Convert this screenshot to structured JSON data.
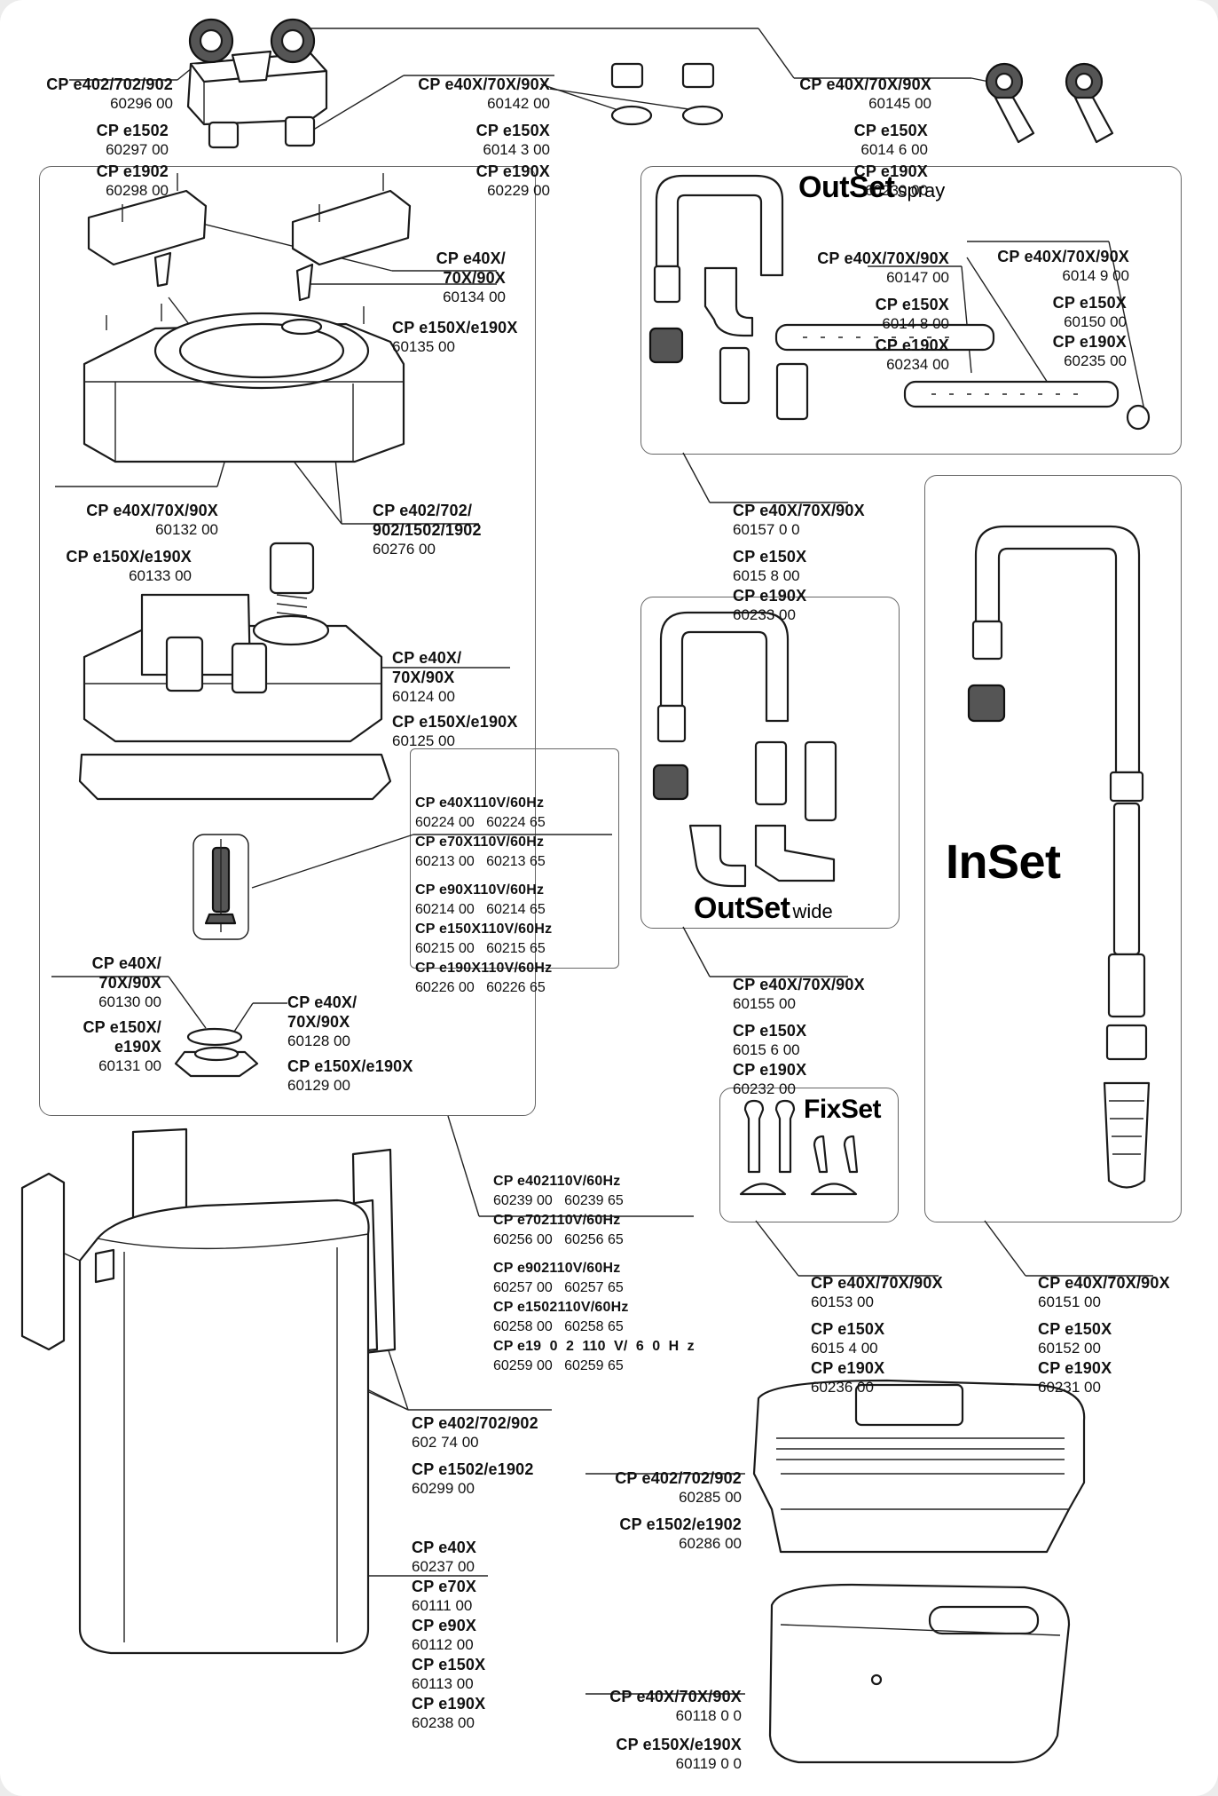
{
  "kits": {
    "outset_spray": {
      "name": "OutSet",
      "suffix": "spray"
    },
    "outset_wide": {
      "name": "OutSet",
      "suffix": "wide"
    },
    "inset": {
      "name": "InSet"
    },
    "fixset": {
      "name": "FixSet"
    }
  },
  "labels": {
    "valve_head_a": {
      "model": "CP e402/702/902",
      "code": "60296 00"
    },
    "valve_head_b": {
      "model": "CP e1502",
      "code": "60297 00"
    },
    "valve_head_c": {
      "model": "CP e1902",
      "code": "60298 00"
    },
    "valve_head_d": {
      "model": "CP e40X/70X/90X",
      "code": "60142 00"
    },
    "oring_a": {
      "model": "CP e150X",
      "code": "6014 3 00"
    },
    "oring_b": {
      "model": "CP e190X",
      "code": "60229 00"
    },
    "hose_conn_a": {
      "model": "CP e40X/70X/90X",
      "code": "60145 00"
    },
    "hose_conn_b": {
      "model": "CP e150X",
      "code": "6014 6 00"
    },
    "hose_conn_c": {
      "model": "CP e190X",
      "code": "60230 00"
    },
    "handle_a": {
      "model": "CP e40X/\n70X/90X",
      "code": "60134 00"
    },
    "handle_b": {
      "model": "CP e150X/e190X",
      "code": "60135 00"
    },
    "lid_a": {
      "model": "CP e40X/70X/90X",
      "code": "60132 00"
    },
    "lid_b": {
      "model": "CP e150X/e190X",
      "code": "60133 00"
    },
    "lid_screw": {
      "model": "CP e402/702/\n902/1502/1902",
      "code": "60276 00"
    },
    "pump_a": {
      "model": "CP e40X/\n70X/90X",
      "code": "60124 00"
    },
    "pump_b": {
      "model": "CP e150X/e190X",
      "code": "60125 00"
    },
    "impeller": [
      {
        "model": "CP e40X110V/60Hz",
        "codes": "60224 00   60224 65"
      },
      {
        "model": "CP e70X110V/60Hz",
        "codes": "60213 00   60213 65"
      },
      {
        "model": "CP e90X110V/60Hz",
        "codes": "60214 00   60214 65"
      },
      {
        "model": "CP e150X110V/60Hz",
        "codes": "60215 00   60215 65"
      },
      {
        "model": "CP e190X110V/60Hz",
        "codes": "60226 00   60226 65"
      }
    ],
    "imp_cover_a": {
      "model": "CP e40X/\n70X/90X",
      "code": "60130 00"
    },
    "imp_cover_b": {
      "model": "CP e150X/\ne190X",
      "code": "60131 00"
    },
    "imp_seal_a": {
      "model": "CP e40X/\n70X/90X",
      "code": "60128 00"
    },
    "imp_seal_b": {
      "model": "CP e150X/e190X",
      "code": "60129 00"
    },
    "spray_a": {
      "model": "CP e40X/70X/90X",
      "code": "60147 00"
    },
    "spray_b": {
      "model": "CP e150X",
      "code": "6014 8 00"
    },
    "spray_c": {
      "model": "CP e190X",
      "code": "60234 00"
    },
    "spray_cap_a": {
      "model": "CP e40X/70X/90X",
      "code": "6014 9 00"
    },
    "spray_cap_b": {
      "model": "CP e150X",
      "code": "60150 00"
    },
    "spray_cap_c": {
      "model": "CP e190X",
      "code": "60235 00"
    },
    "spray_set_a": {
      "model": "CP e40X/70X/90X",
      "code": "60157 0 0"
    },
    "spray_set_b": {
      "model": "CP e150X",
      "code": "6015 8 00"
    },
    "spray_set_c": {
      "model": "CP e190X",
      "code": "60233 00"
    },
    "wide_a": {
      "model": "CP e40X/70X/90X",
      "code": "60155 00"
    },
    "wide_b": {
      "model": "CP e150X",
      "code": "6015 6 00"
    },
    "wide_c": {
      "model": "CP e190X",
      "code": "60232 00"
    },
    "motor": [
      {
        "model": "CP e402110V/60Hz",
        "codes": "60239 00   60239 65"
      },
      {
        "model": "CP e702110V/60Hz",
        "codes": "60256 00   60256 65"
      },
      {
        "model": "CP e902110V/60Hz",
        "codes": "60257 00   60257 65"
      },
      {
        "model": "CP e1502110V/60Hz",
        "codes": "60258 00   60258 65"
      },
      {
        "model": "CP e19  0  2  110  V/  6  0  H  z",
        "codes": "60259 00   60259 65"
      }
    ],
    "fix_a": {
      "model": "CP e40X/70X/90X",
      "code": "60153 00"
    },
    "fix_b": {
      "model": "CP e150X",
      "code": "6015 4 00"
    },
    "fix_c": {
      "model": "CP e190X",
      "code": "60236 00"
    },
    "inset_a": {
      "model": "CP e40X/70X/90X",
      "code": "60151 00"
    },
    "inset_b": {
      "model": "CP e150X",
      "code": "60152 00"
    },
    "inset_c": {
      "model": "CP e190X",
      "code": "60231 00"
    },
    "clip_a": {
      "model": "CP e402/702/902",
      "code": "602 74 00"
    },
    "clip_b": {
      "model": "CP e1502/e1902",
      "code": "60299 00"
    },
    "canister": [
      {
        "model": "CP e40X",
        "code": "60237 00"
      },
      {
        "model": "CP e70X",
        "code": "60111 00"
      },
      {
        "model": "CP e90X",
        "code": "60112 00"
      },
      {
        "model": "CP e150X",
        "code": "60113 00"
      },
      {
        "model": "CP e190X",
        "code": "60238 00"
      }
    ],
    "basket_top_a": {
      "model": "CP e402/702/902",
      "code": "60285 00"
    },
    "basket_top_b": {
      "model": "CP e1502/e1902",
      "code": "60286 00"
    },
    "basket_a": {
      "model": "CP e40X/70X/90X",
      "code": "60118 0 0"
    },
    "basket_b": {
      "model": "CP e150X/e190X",
      "code": "60119 0 0"
    }
  }
}
